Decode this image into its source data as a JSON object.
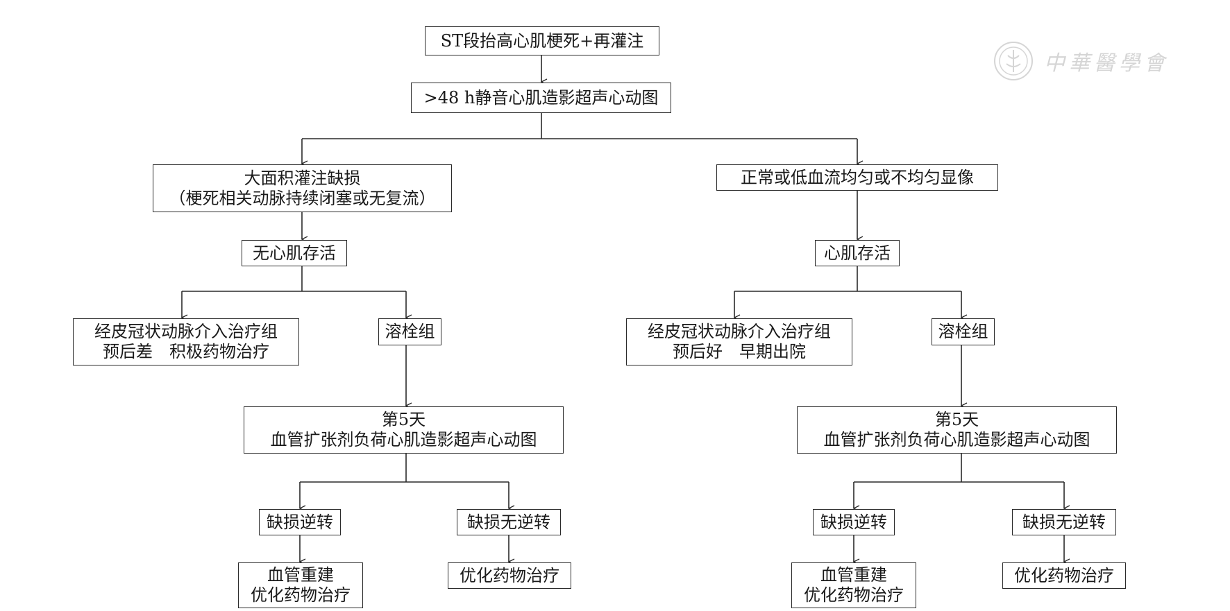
{
  "watermark": {
    "text": "中華醫學會"
  },
  "flowchart": {
    "root": "ST段抬高心肌梗死+再灌注",
    "imaging": ">48 h静音心肌造影超声心动图",
    "left": {
      "finding": [
        "大面积灌注缺损",
        "（梗死相关动脉持续闭塞或无复流）"
      ],
      "viability": "无心肌存活",
      "pci": [
        "经皮冠状动脉介入治疗组",
        "预后差　积极药物治疗"
      ],
      "thrombolysis": "溶栓组",
      "day5": [
        "第5天",
        "血管扩张剂负荷心肌造影超声心动图"
      ],
      "reversible": "缺损逆转",
      "irreversible": "缺损无逆转",
      "revasc": [
        "血管重建",
        "优化药物治疗"
      ],
      "medical": "优化药物治疗"
    },
    "right": {
      "finding": "正常或低血流均匀或不均匀显像",
      "viability": "心肌存活",
      "pci": [
        "经皮冠状动脉介入治疗组",
        "预后好　早期出院"
      ],
      "thrombolysis": "溶栓组",
      "day5": [
        "第5天",
        "血管扩张剂负荷心肌造影超声心动图"
      ],
      "reversible": "缺损逆转",
      "irreversible": "缺损无逆转",
      "revasc": [
        "血管重建",
        "优化药物治疗"
      ],
      "medical": "优化药物治疗"
    }
  }
}
